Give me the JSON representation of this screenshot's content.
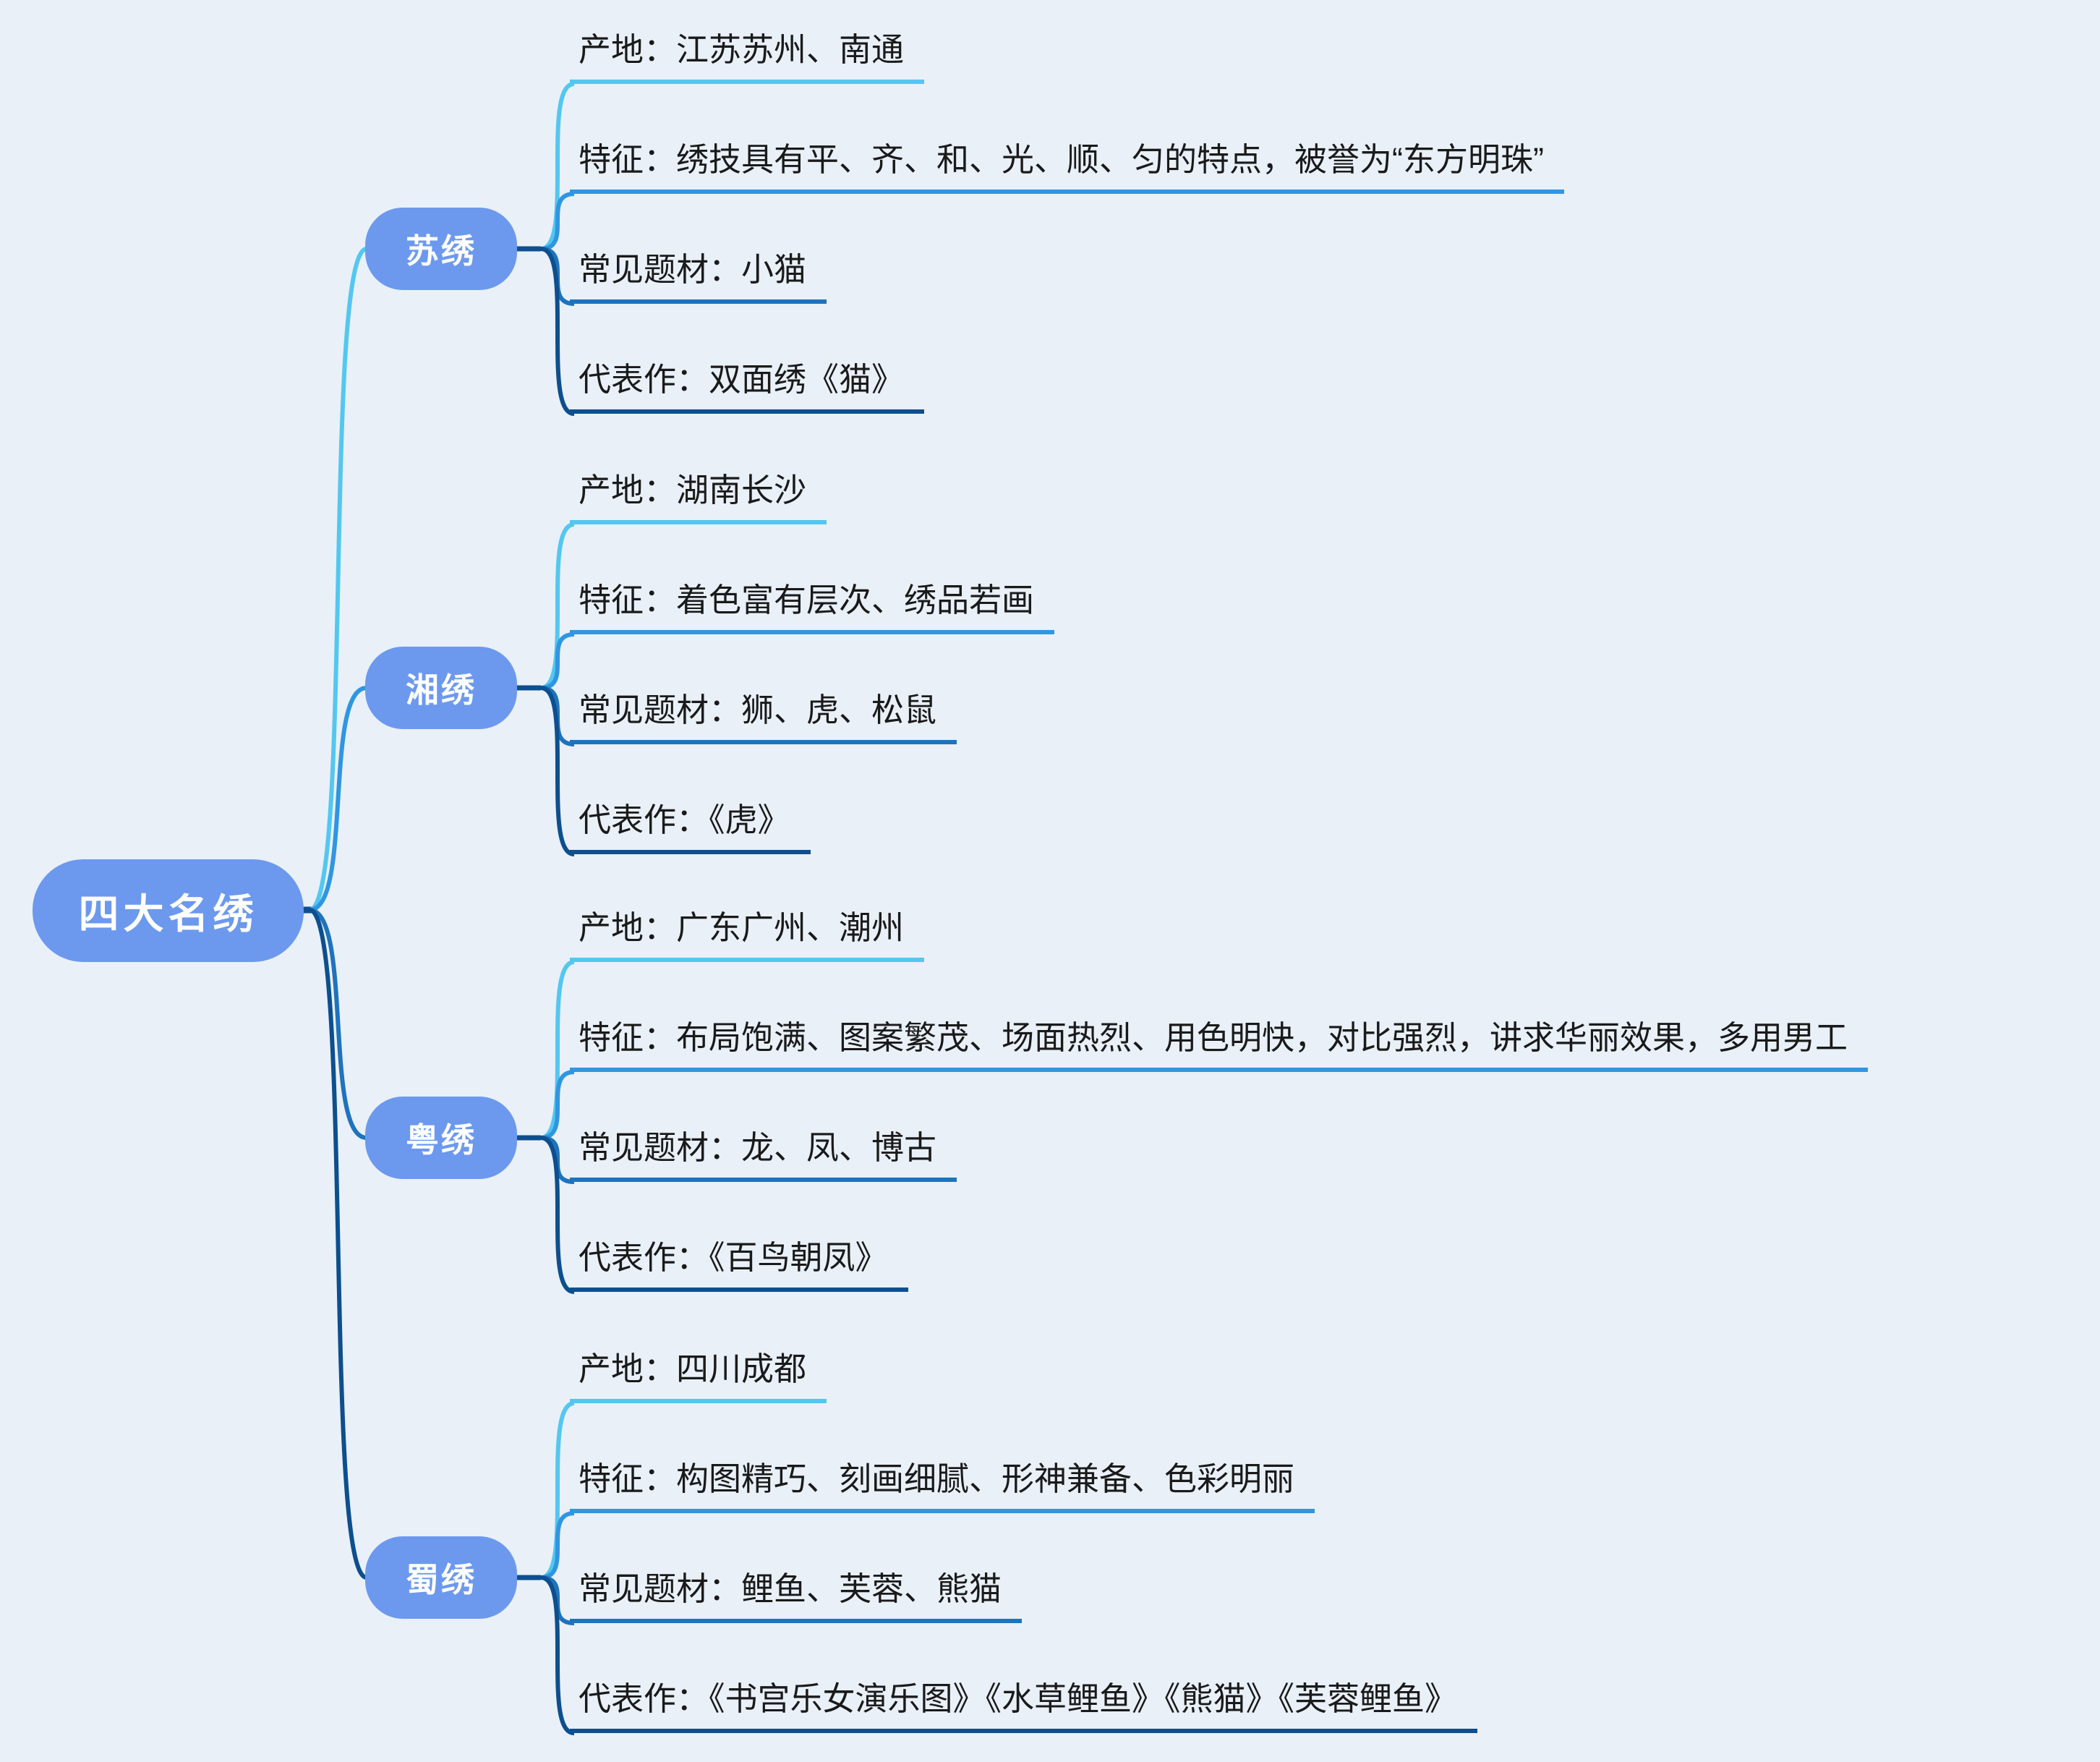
{
  "palette": {
    "background": "#e9f0f8",
    "node_fill": "#6c99ee",
    "node_text": "#ffffff",
    "leaf_text": "#1a1a1a",
    "branch_colors": [
      "#53c7f0",
      "#2f96e2",
      "#1e73bd",
      "#0d4f8e"
    ]
  },
  "root": {
    "label": "四大名绣"
  },
  "branches": [
    {
      "label": "苏绣",
      "items": [
        "产地：江苏苏州、南通",
        "特征：绣技具有平、齐、和、光、顺、匀的特点，被誉为“东方明珠”",
        "常见题材：小猫",
        "代表作：双面绣《猫》"
      ]
    },
    {
      "label": "湘绣",
      "items": [
        "产地：湖南长沙",
        "特征：着色富有层次、绣品若画",
        "常见题材：狮、虎、松鼠",
        "代表作：《虎》"
      ]
    },
    {
      "label": "粤绣",
      "items": [
        "产地：广东广州、潮州",
        "特征：布局饱满、图案繁茂、场面热烈、用色明快，对比强烈，讲求华丽效果，多用男工",
        "常见题材：龙、凤、博古",
        "代表作：《百鸟朝凤》"
      ]
    },
    {
      "label": "蜀绣",
      "items": [
        "产地：四川成都",
        "特征：构图精巧、刻画细腻、形神兼备、色彩明丽",
        "常见题材：鲤鱼、芙蓉、熊猫",
        "代表作：《书宫乐女演乐图》《水草鲤鱼》《熊猫》《芙蓉鲤鱼》"
      ]
    }
  ]
}
